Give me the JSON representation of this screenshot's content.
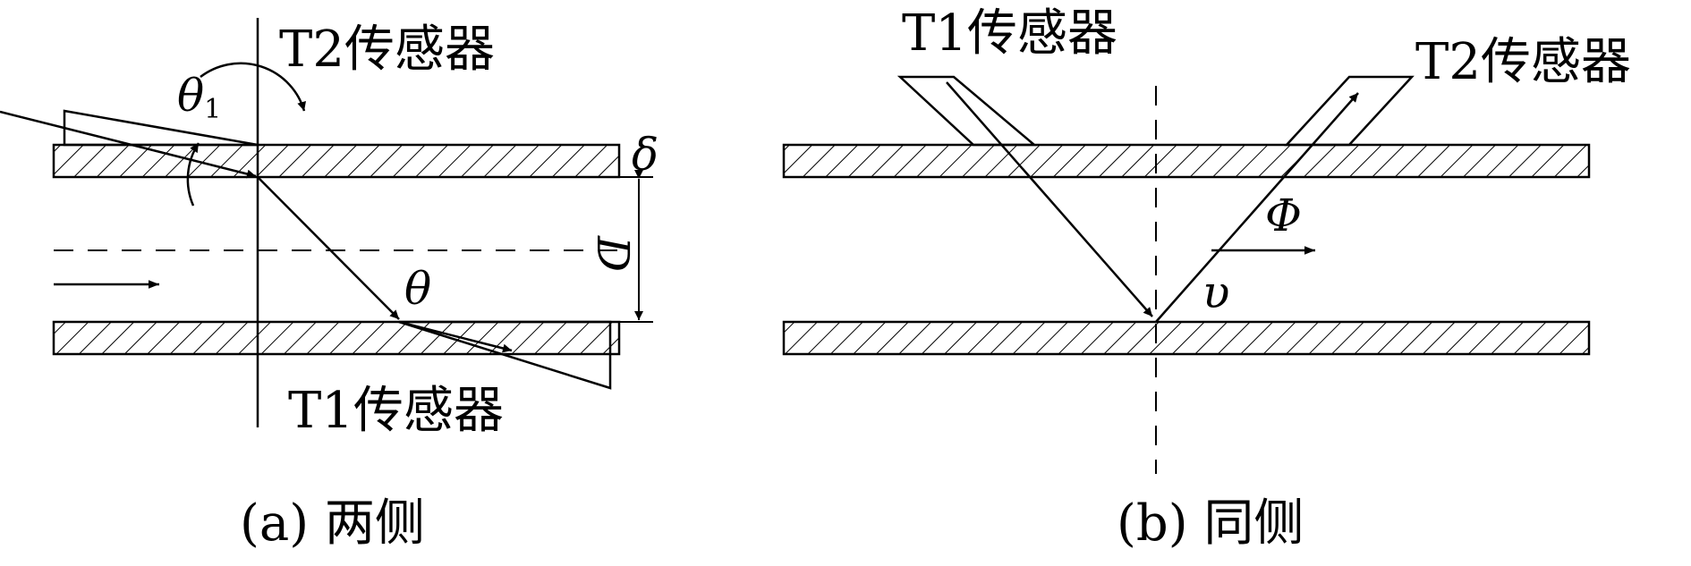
{
  "panel_a": {
    "top_sensor": "T2传感器",
    "bottom_sensor": "T1传感器",
    "angle_incident": "θ",
    "angle_incident_subscript": "1",
    "angle_refracted": "θ",
    "wall_thickness": "δ",
    "pipe_diameter": "D",
    "caption": "(a) 两侧"
  },
  "panel_b": {
    "left_sensor": "T1传感器",
    "right_sensor": "T2传感器",
    "angle": "Φ",
    "velocity": "υ",
    "caption": "(b) 同侧"
  },
  "colors": {
    "line": "#000000",
    "background": "#ffffff"
  }
}
